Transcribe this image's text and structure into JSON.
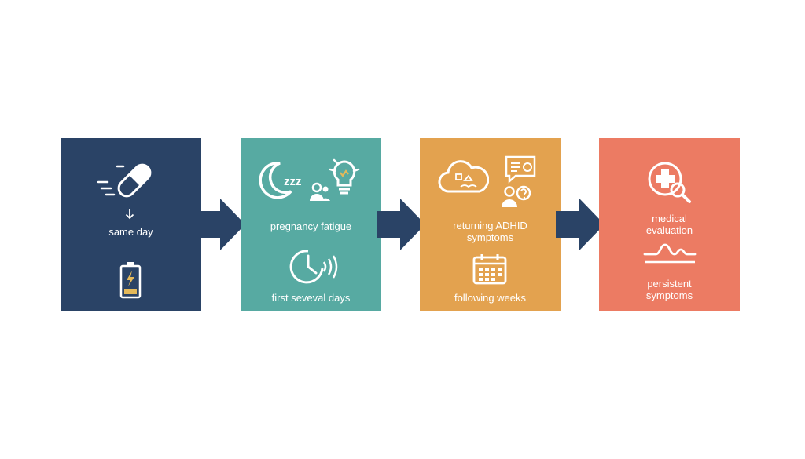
{
  "steps": [
    {
      "label": "same day",
      "color": "#2a4366",
      "icons": [
        "pill-icon",
        "down-arrow-icon",
        "battery-charging-icon"
      ]
    },
    {
      "label": "pregnancy fatigue",
      "sublabel": "first seveval days",
      "color": "#57aaa2",
      "icons": [
        "sleep-moon-icon",
        "person-icon",
        "lightbulb-icon",
        "clock-icon"
      ]
    },
    {
      "label": "returning ADHID",
      "label2": "symptoms",
      "sublabel": "following weeks",
      "color": "#e3a24f",
      "icons": [
        "cloud-thought-icon",
        "speech-bubble-icon",
        "person-question-icon",
        "calendar-icon"
      ]
    },
    {
      "label": "medical",
      "label2": "evaluation",
      "sublabel": "persistent",
      "sublabel2": "symptoms",
      "color": "#ec7b63",
      "icons": [
        "medical-search-icon",
        "pulse-wave-icon"
      ]
    }
  ],
  "connector_color": "#2a4366",
  "sleep_glyph": "zzz"
}
